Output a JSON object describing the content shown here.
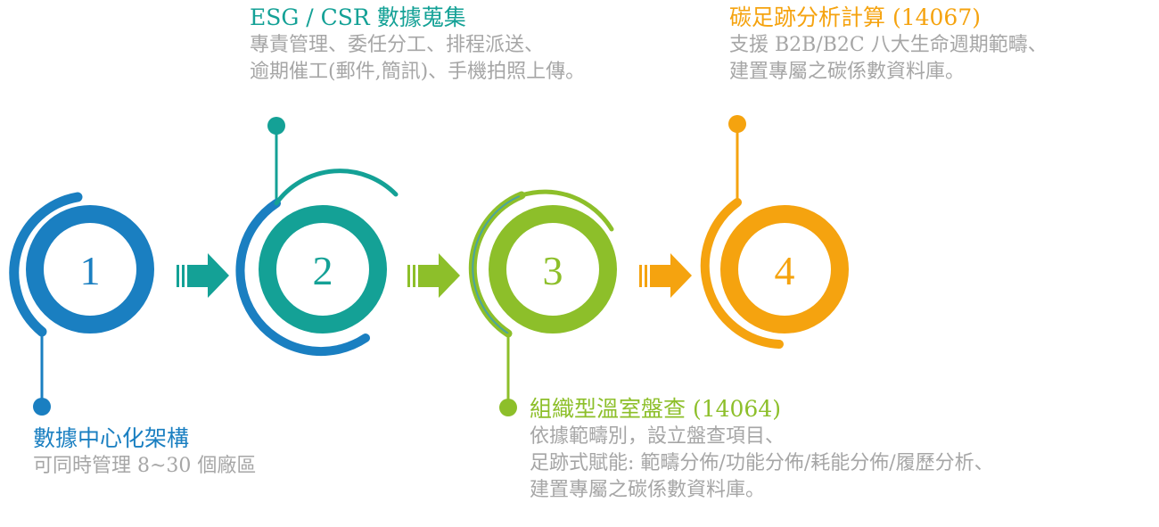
{
  "steps": [
    {
      "number": "1",
      "color": "#1a7fc1",
      "title": "數據中心化架構",
      "lines": [
        "可同時管理 8~30 個廠區"
      ]
    },
    {
      "number": "2",
      "color": "#14a196",
      "title": "ESG / CSR 數據蒐集",
      "lines": [
        "專責管理、委任分工、排程派送、",
        "逾期催工(郵件,簡訊)、手機拍照上傳。"
      ]
    },
    {
      "number": "3",
      "color": "#8dbf2a",
      "accent": "#4aa3a0",
      "title": "組織型溫室盤查 (14064)",
      "lines": [
        "依據範疇別，設立盤查項目、",
        "足跡式賦能: 範疇分佈/功能分佈/耗能分佈/履歷分析、",
        "建置專屬之碳係數資料庫。"
      ]
    },
    {
      "number": "4",
      "color": "#f5a30f",
      "title": "碳足跡分析計算 (14067)",
      "lines": [
        "支援 B2B/B2C 八大生命週期範疇、",
        "建置專屬之碳係數資料庫。"
      ]
    }
  ],
  "arrows": [
    {
      "color": "#14a196"
    },
    {
      "color": "#8dbf2a"
    },
    {
      "color": "#f5a30f"
    }
  ]
}
